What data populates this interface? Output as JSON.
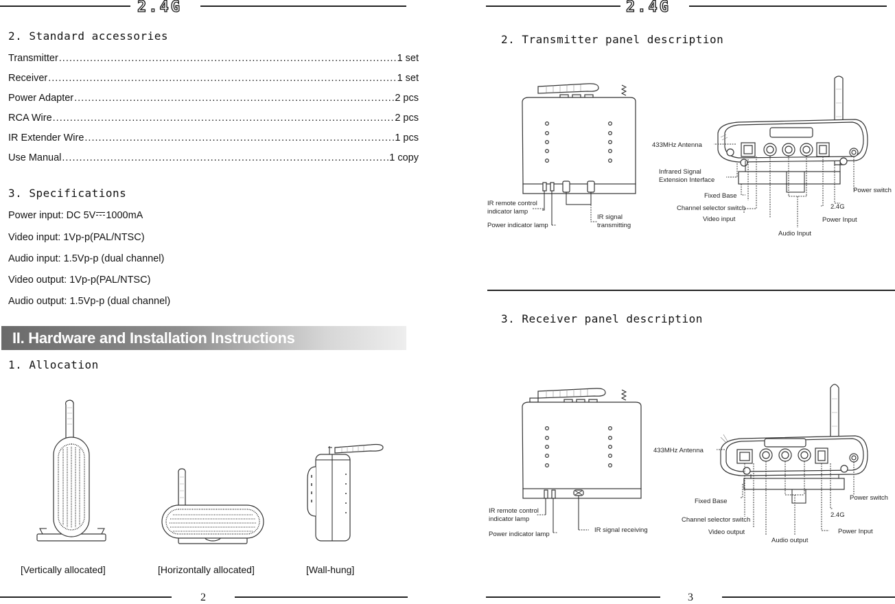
{
  "header": {
    "logo_left": "2.4G",
    "logo_right": "2.4G"
  },
  "left_page": {
    "accessories": {
      "heading": "2. Standard accessories",
      "items": [
        {
          "name": "Transmitter",
          "qty": "1 set"
        },
        {
          "name": "Receiver",
          "qty": "1 set"
        },
        {
          "name": "Power Adapter",
          "qty": "2 pcs"
        },
        {
          "name": "RCA Wire",
          "qty": "2 pcs"
        },
        {
          "name": "IR Extender Wire",
          "qty": "1 pcs"
        },
        {
          "name": "Use Manual",
          "qty": "1 copy"
        }
      ]
    },
    "specs": {
      "heading": "3. Specifications",
      "power_input_prefix": "Power input: DC 5V",
      "power_input_suffix": "1000mA",
      "lines": [
        "Video input: 1Vp-p(PAL/NTSC)",
        "Audio input: 1.5Vp-p (dual channel)",
        "Video output: 1Vp-p(PAL/NTSC)",
        "Audio output: 1.5Vp-p (dual channel)"
      ]
    },
    "banner": "II. Hardware and Installation Instructions",
    "allocation": {
      "heading": "1. Allocation",
      "captions": [
        "[Vertically allocated]",
        "[Horizontally allocated]",
        "[Wall-hung]"
      ]
    },
    "page_number": "2"
  },
  "right_page": {
    "transmitter": {
      "heading": "2. Transmitter panel description",
      "labels": {
        "ir_lamp_1": "IR remote control",
        "ir_lamp_2": "indicator lamp",
        "power_lamp": "Power indicator lamp",
        "ir_tx_1": "IR signal",
        "ir_tx_2": "transmitting",
        "antenna": "433MHz Antenna",
        "infrared_1": "Infrared Signal",
        "infrared_2": "Extension Interface",
        "fixed_base": "Fixed Base",
        "channel": "Channel selector switch",
        "video": "Video input",
        "audio": "Audio Input",
        "power_switch": "Power switch",
        "g24": "2.4G",
        "power_input": "Power Input"
      }
    },
    "receiver": {
      "heading": "3. Receiver panel description",
      "labels": {
        "ir_lamp_1": "IR remote control",
        "ir_lamp_2": "indicator lamp",
        "power_lamp": "Power indicator lamp",
        "ir_rx": "IR signal receiving",
        "antenna": "433MHz Antenna",
        "fixed_base": "Fixed Base",
        "channel": "Channel selector switch",
        "video": "Video output",
        "audio": "Audio output",
        "power_switch": "Power switch",
        "g24": "2.4G",
        "power_input": "Power Input"
      }
    },
    "page_number": "3"
  }
}
